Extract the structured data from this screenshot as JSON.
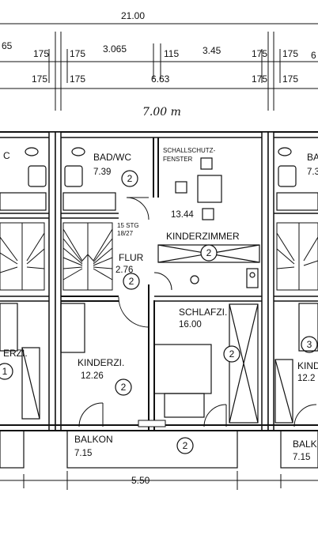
{
  "dimensions": {
    "top_total": "21.00",
    "row1": [
      "65",
      "175",
      "175",
      "3.065",
      "115",
      "3.45",
      "175",
      "175",
      "6"
    ],
    "row2": [
      "175",
      "175",
      "6.63",
      "175",
      "175"
    ],
    "handwritten": "7.00 m",
    "bottom": "5.50"
  },
  "rooms": {
    "bad_wc": {
      "name": "BAD/WC",
      "area": "7.39",
      "tag": "2"
    },
    "bad_left": {
      "name": "C"
    },
    "bad_right": {
      "name": "BA",
      "area": "7.3"
    },
    "schallschutz": {
      "line1": "SCHALLSCHUTZ-",
      "line2": "FENSTER"
    },
    "kinderzimmer_top": {
      "name": "KINDERZIMMER",
      "area": "13.44",
      "tag": "2"
    },
    "stairs": {
      "line1": "15 STG",
      "line2": "18/27"
    },
    "flur": {
      "name": "FLUR",
      "area": "2.76",
      "tag": "2"
    },
    "schlafzi": {
      "name": "SCHLAFZI.",
      "area": "16.00",
      "tag": "2"
    },
    "kinderzi": {
      "name": "KINDERZI.",
      "area": "12.26",
      "tag": "2"
    },
    "kinderzi_left": {
      "name": "ERZI.",
      "tag": "1"
    },
    "kinderzi_right": {
      "name": "KIND",
      "area": "12.2",
      "tag": "3"
    },
    "balkon": {
      "name": "BALKON",
      "area": "7.15",
      "tag": "2"
    },
    "balkon_right": {
      "name": "BALK",
      "area": "7.15"
    }
  }
}
